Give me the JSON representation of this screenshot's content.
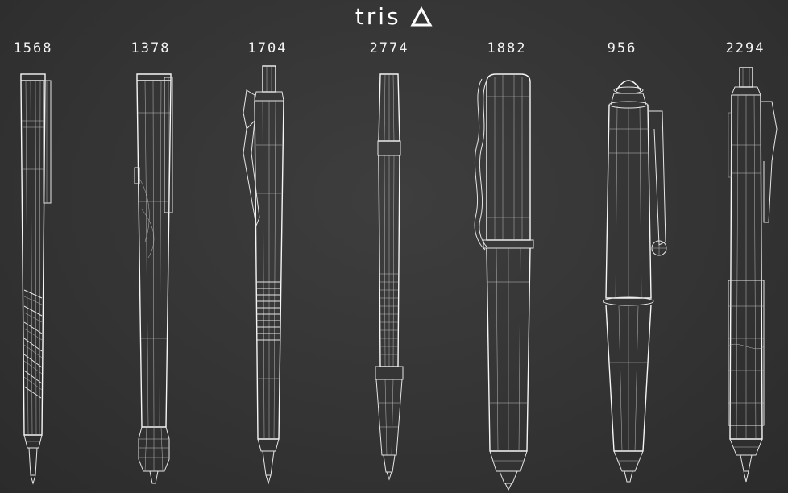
{
  "brand": {
    "name": "tris",
    "mark_icon": "triangle-outline-icon"
  },
  "colors": {
    "background": "#333333",
    "wireframe": "#e6e6e6",
    "text": "#f4f4f4"
  },
  "pens": [
    {
      "label": "1568",
      "style": "slim-stick"
    },
    {
      "label": "1378",
      "style": "clip-click"
    },
    {
      "label": "1704",
      "style": "knurled-click"
    },
    {
      "label": "2774",
      "style": "tapered-grip"
    },
    {
      "label": "1882",
      "style": "wave-clip-cap"
    },
    {
      "label": "956",
      "style": "dome-cap"
    },
    {
      "label": "2294",
      "style": "multi-color"
    }
  ]
}
